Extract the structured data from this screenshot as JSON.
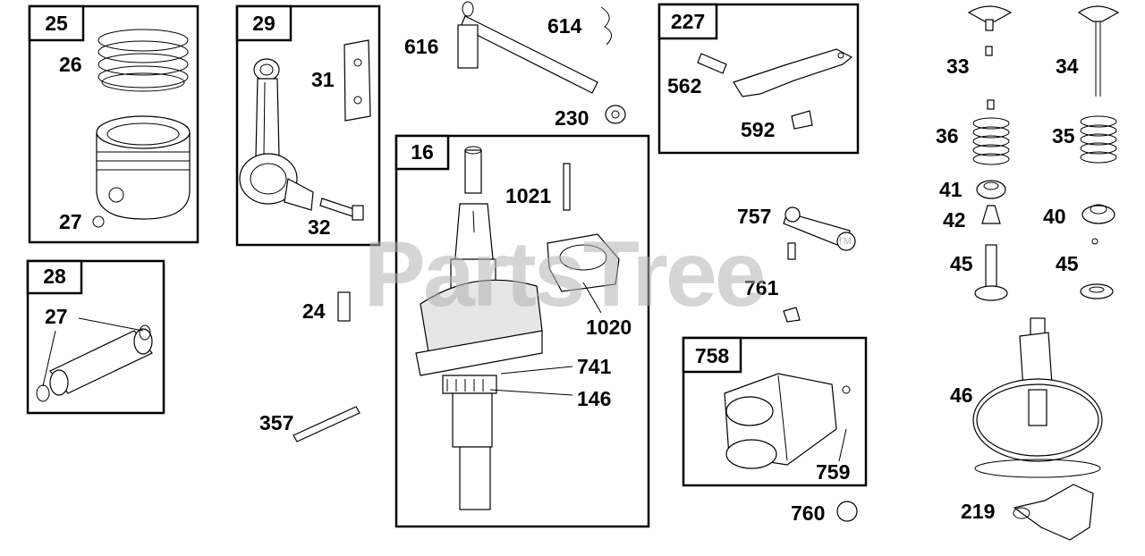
{
  "watermark": {
    "text": "PartsTree",
    "trademark": "TM"
  },
  "boxes": {
    "b25": "25",
    "b29": "29",
    "b28": "28",
    "b16": "16",
    "b227": "227",
    "b758": "758"
  },
  "labels": {
    "l26": "26",
    "l27a": "27",
    "l31": "31",
    "l32": "32",
    "l27b": "27",
    "l616": "616",
    "l614": "614",
    "l230": "230",
    "l1021": "1021",
    "l1020": "1020",
    "l741": "741",
    "l146": "146",
    "l24": "24",
    "l357": "357",
    "l562": "562",
    "l592": "592",
    "l757": "757",
    "l761": "761",
    "l759": "759",
    "l760": "760",
    "l33": "33",
    "l34": "34",
    "l36": "36",
    "l35": "35",
    "l41": "41",
    "l42": "42",
    "l40": "40",
    "l45a": "45",
    "l45b": "45",
    "l46": "46",
    "l219": "219"
  }
}
